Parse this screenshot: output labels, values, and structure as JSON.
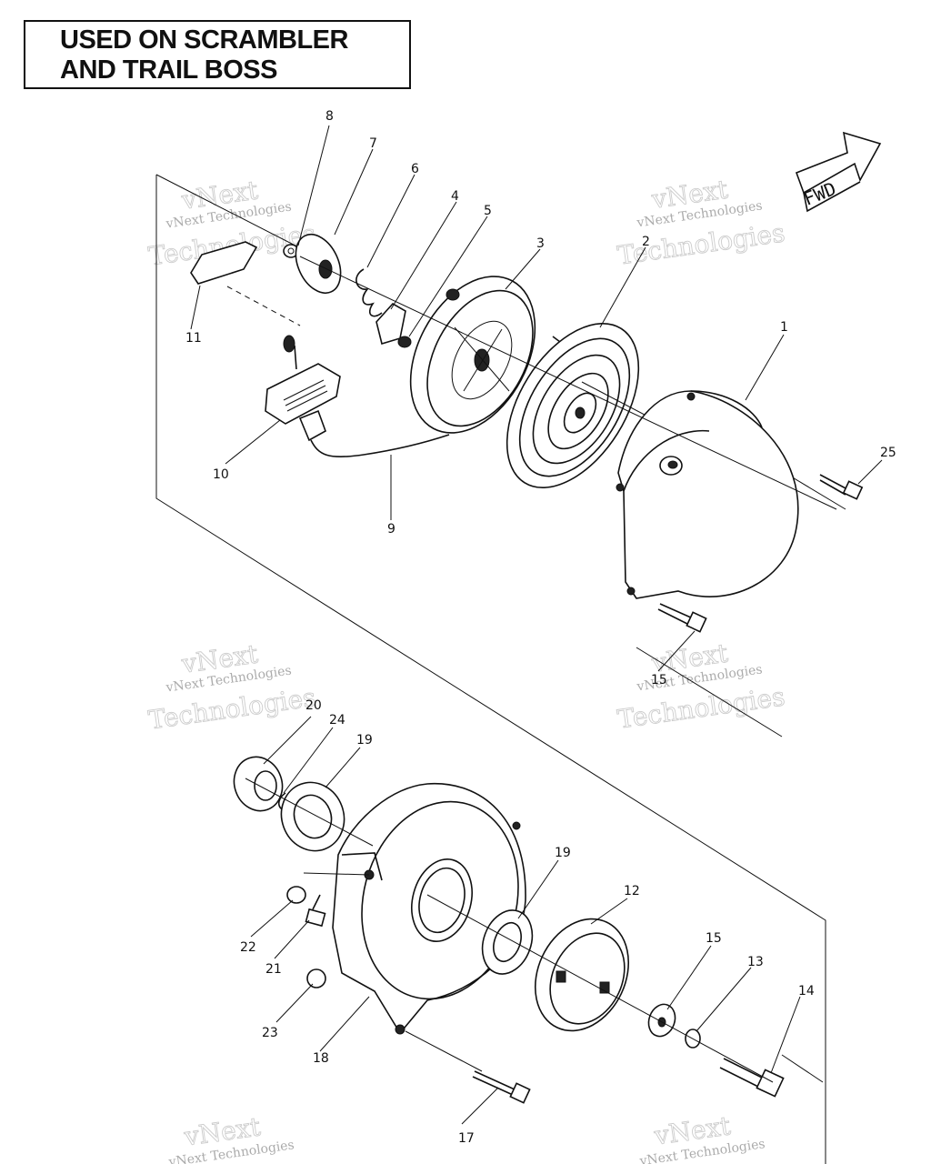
{
  "title": {
    "line1": "USED ON SCRAMBLER",
    "line2": "AND TRAIL BOSS"
  },
  "fwd_label": "FWD",
  "watermark": {
    "line1": "vNext Technologies",
    "line2": "vNext",
    "line3": "Technologies"
  },
  "callouts": [
    {
      "id": "1",
      "text": "1"
    },
    {
      "id": "2",
      "text": "2"
    },
    {
      "id": "3",
      "text": "3"
    },
    {
      "id": "4",
      "text": "4"
    },
    {
      "id": "5",
      "text": "5"
    },
    {
      "id": "6",
      "text": "6"
    },
    {
      "id": "7",
      "text": "7"
    },
    {
      "id": "8",
      "text": "8"
    },
    {
      "id": "9",
      "text": "9"
    },
    {
      "id": "10",
      "text": "10"
    },
    {
      "id": "11",
      "text": "11"
    },
    {
      "id": "12",
      "text": "12"
    },
    {
      "id": "13",
      "text": "13"
    },
    {
      "id": "14",
      "text": "14"
    },
    {
      "id": "15a",
      "text": "15"
    },
    {
      "id": "15b",
      "text": "15"
    },
    {
      "id": "17",
      "text": "17"
    },
    {
      "id": "18",
      "text": "18"
    },
    {
      "id": "19a",
      "text": "19"
    },
    {
      "id": "19b",
      "text": "19"
    },
    {
      "id": "20",
      "text": "20"
    },
    {
      "id": "21",
      "text": "21"
    },
    {
      "id": "22",
      "text": "22"
    },
    {
      "id": "23",
      "text": "23"
    },
    {
      "id": "24",
      "text": "24"
    },
    {
      "id": "25",
      "text": "25"
    }
  ],
  "icons": {
    "fwd_arrow": "fwd-arrow-icon"
  }
}
